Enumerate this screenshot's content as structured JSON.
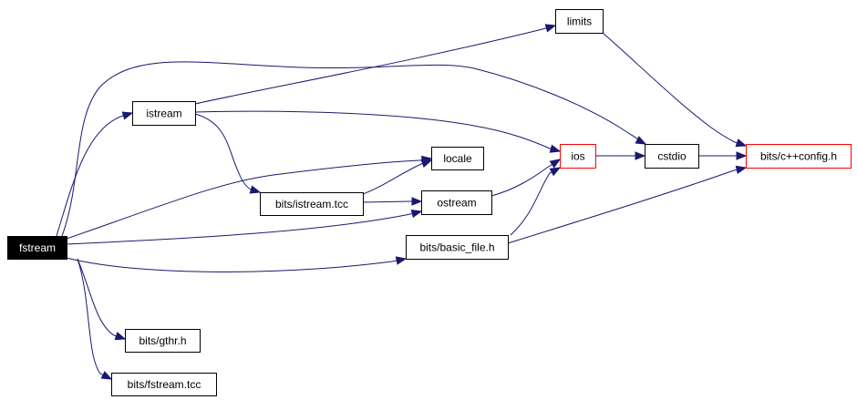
{
  "diagram": {
    "nodes": [
      {
        "id": "fstream",
        "label": "fstream",
        "style": "root"
      },
      {
        "id": "istream",
        "label": "istream",
        "style": "normal"
      },
      {
        "id": "limits",
        "label": "limits",
        "style": "normal"
      },
      {
        "id": "locale",
        "label": "locale",
        "style": "normal"
      },
      {
        "id": "istream_tcc",
        "label": "bits/istream.tcc",
        "style": "normal"
      },
      {
        "id": "ostream",
        "label": "ostream",
        "style": "normal"
      },
      {
        "id": "ios",
        "label": "ios",
        "style": "red"
      },
      {
        "id": "cstdio",
        "label": "cstdio",
        "style": "normal"
      },
      {
        "id": "config",
        "label": "bits/c++config.h",
        "style": "red"
      },
      {
        "id": "basic_file",
        "label": "bits/basic_file.h",
        "style": "normal"
      },
      {
        "id": "gthr",
        "label": "bits/gthr.h",
        "style": "normal"
      },
      {
        "id": "fstream_tcc",
        "label": "bits/fstream.tcc",
        "style": "normal"
      }
    ],
    "edges": [
      {
        "from": "fstream",
        "to": "istream"
      },
      {
        "from": "fstream",
        "to": "cstdio"
      },
      {
        "from": "fstream",
        "to": "locale"
      },
      {
        "from": "fstream",
        "to": "ostream"
      },
      {
        "from": "fstream",
        "to": "basic_file"
      },
      {
        "from": "fstream",
        "to": "gthr"
      },
      {
        "from": "fstream",
        "to": "fstream_tcc"
      },
      {
        "from": "istream",
        "to": "limits"
      },
      {
        "from": "istream",
        "to": "ios"
      },
      {
        "from": "istream",
        "to": "istream_tcc"
      },
      {
        "from": "istream_tcc",
        "to": "locale"
      },
      {
        "from": "istream_tcc",
        "to": "ostream"
      },
      {
        "from": "ostream",
        "to": "ios"
      },
      {
        "from": "ios",
        "to": "cstdio"
      },
      {
        "from": "cstdio",
        "to": "config"
      },
      {
        "from": "limits",
        "to": "config"
      },
      {
        "from": "basic_file",
        "to": "ios"
      },
      {
        "from": "basic_file",
        "to": "config"
      }
    ],
    "colors": {
      "edge": "#191970",
      "root_fill": "#000000",
      "highlight_border": "#ff0000"
    }
  }
}
